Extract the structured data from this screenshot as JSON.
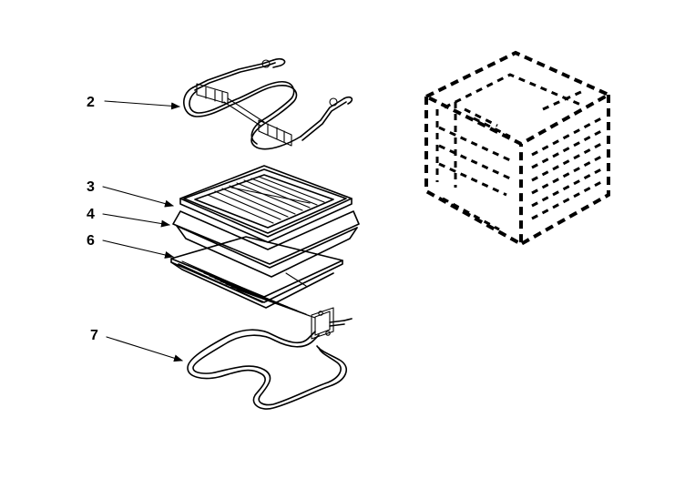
{
  "callouts": [
    {
      "id": "2",
      "label": "2"
    },
    {
      "id": "3",
      "label": "3"
    },
    {
      "id": "4",
      "label": "4"
    },
    {
      "id": "6",
      "label": "6"
    },
    {
      "id": "7",
      "label": "7"
    }
  ]
}
